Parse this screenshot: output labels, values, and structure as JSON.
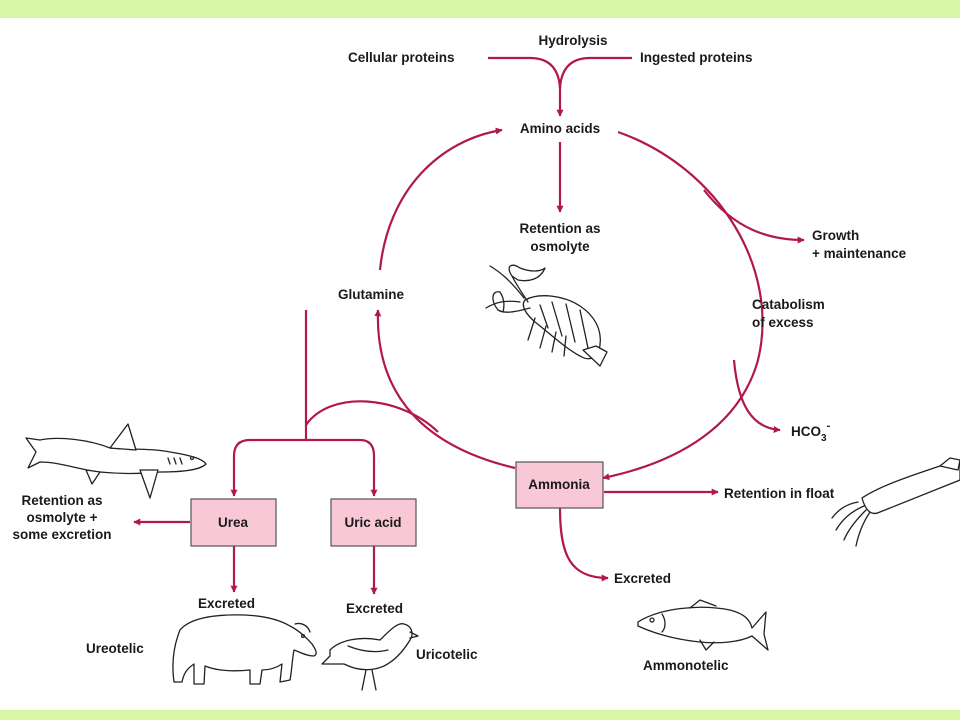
{
  "colors": {
    "accent": "#b0194a",
    "band": "#d8f7a6",
    "box_fill": "#f9c8d6",
    "box_stroke": "#555555"
  },
  "labels": {
    "hydrolysis": "Hydrolysis",
    "cellular_proteins": "Cellular proteins",
    "ingested_proteins": "Ingested proteins",
    "amino_acids": "Amino acids",
    "retention_osmolyte": [
      "Retention as",
      "osmolyte"
    ],
    "growth": [
      "Growth",
      "+ maintenance"
    ],
    "glutamine": "Glutamine",
    "catabolism": [
      "Catabolism",
      "of excess"
    ],
    "hco3_base": "HCO",
    "hco3_sub": "3",
    "hco3_sup": "-",
    "retention_float": "Retention in float",
    "excreted_ammonia": "Excreted",
    "ammonotelic": "Ammonotelic",
    "retention_osmolyte_excretion": [
      "Retention as",
      "osmolyte +",
      "some excretion"
    ],
    "excreted_urea": "Excreted",
    "ureotelic": "Ureotelic",
    "excreted_uric": "Excreted",
    "uricotelic": "Uricotelic"
  },
  "boxes": {
    "urea": "Urea",
    "uric_acid": "Uric acid",
    "ammonia": "Ammonia"
  },
  "illustrations": [
    "lobster",
    "shark",
    "polar-bear",
    "bird",
    "fish",
    "squid"
  ]
}
